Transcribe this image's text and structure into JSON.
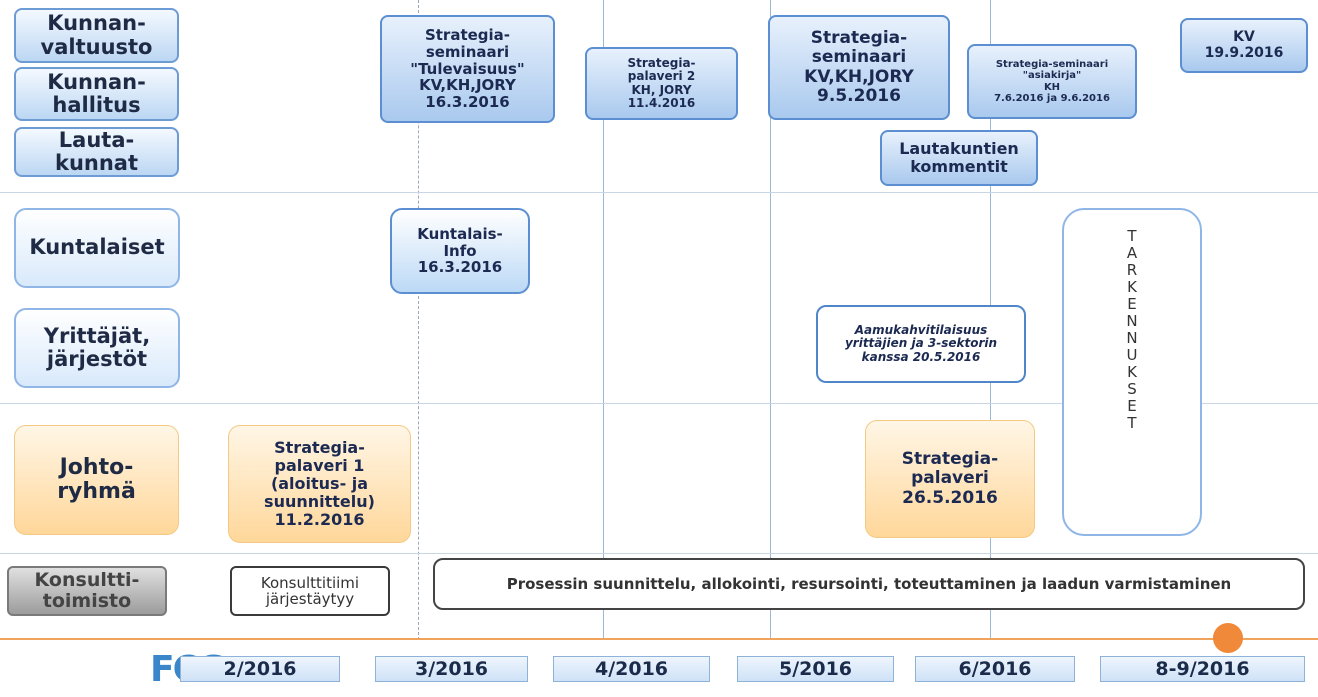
{
  "rows": {
    "kunnanvaltuusto": "Kunnan-\nvaltuusto",
    "kunnanhallitus": "Kunnan-\nhallitus",
    "lautakunnat": "Lauta-\nkunnat",
    "kuntalaiset": "Kuntalaiset",
    "yrittajat": "Yrittäjät,\njärjestöt",
    "johtoryhma": "Johto-\nryhmä",
    "konsulttitoimisto": "Konsultti-\ntoimisto"
  },
  "events": {
    "strategiaseminaari_1": "Strategia-\nseminaari\n\"Tulevaisuus\"\nKV,KH,JORY\n16.3.2016",
    "strategiapalaveri_2": "Strategia-\npalaveri 2\nKH, JORY\n11.4.2016",
    "strategiaseminaari_2": "Strategia-\nseminaari\nKV,KH,JORY\n9.5.2016",
    "strategiaseminaari_asiakirja": "Strategia-seminaari\n\"asiakirja\"\nKH\n7.6.2016 ja 9.6.2016",
    "kv": "KV\n19.9.2016",
    "lautakuntien_kommentit": "Lautakuntien\nkommentit",
    "kuntalaisinfo": "Kuntalais-\nInfo\n16.3.2016",
    "aamukahvitilaisuus": "Aamukahvitilaisuus\nyrittäjien ja 3-sektorin\nkanssa 20.5.2016",
    "strategiapalaveri_1": "Strategia-\npalaveri 1\n(aloitus- ja\nsuunnittelu)\n11.2.2016",
    "strategiapalaveri_3": "Strategia-\npalaveri\n26.5.2016",
    "konsulttitiimi": "Konsulttitiimi\njärjestäytyy",
    "prosessi": "Prosessin suunnittelu, allokointi, resursointi, toteuttaminen ja laadun varmistaminen"
  },
  "tarkennukset": [
    "T",
    "A",
    "R",
    "K",
    "E",
    "N",
    "N",
    "U",
    "K",
    "S",
    "E",
    "T"
  ],
  "months": [
    "2/2016",
    "3/2016",
    "4/2016",
    "5/2016",
    "6/2016",
    "8-9/2016"
  ],
  "logo": "FCG",
  "colors": {
    "accent_blue": "#4f86c9",
    "orange": "#ffd79a",
    "orange_line": "#f0a35a",
    "orange_dot": "#f08a3a",
    "logo_blue": "#3a86c8"
  }
}
